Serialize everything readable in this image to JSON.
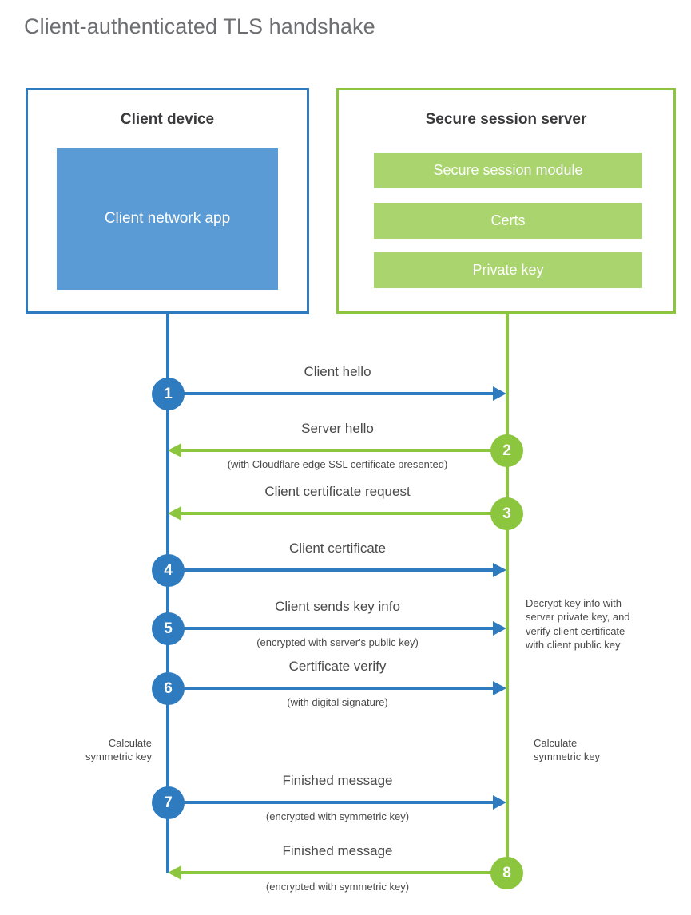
{
  "title": "Client-authenticated TLS handshake",
  "colors": {
    "client_blue": "#2e7cbf",
    "client_app_fill": "#5b9bd5",
    "server_green": "#8cc63e",
    "server_bar_fill": "#a9d46e",
    "text_gray": "#4a4a4a",
    "title_gray": "#6d6e71"
  },
  "client": {
    "title": "Client device",
    "app_label": "Client network app"
  },
  "server": {
    "title": "Secure session server",
    "bars": [
      "Secure session module",
      "Certs",
      "Private key"
    ]
  },
  "messages": [
    {
      "number": "1",
      "label": "Client hello",
      "sub": "",
      "direction": "to-server",
      "color": "blue"
    },
    {
      "number": "2",
      "label": "Server hello",
      "sub": "(with Cloudflare edge SSL certificate presented)",
      "direction": "to-client",
      "color": "green"
    },
    {
      "number": "3",
      "label": "Client certificate request",
      "sub": "",
      "direction": "to-client",
      "color": "green"
    },
    {
      "number": "4",
      "label": "Client certificate",
      "sub": "",
      "direction": "to-server",
      "color": "blue"
    },
    {
      "number": "5",
      "label": "Client sends key info",
      "sub": "(encrypted with server's public key)",
      "direction": "to-server",
      "color": "blue"
    },
    {
      "number": "6",
      "label": "Certificate verify",
      "sub": "(with digital signature)",
      "direction": "to-server",
      "color": "blue"
    },
    {
      "number": "7",
      "label": "Finished message",
      "sub": "(encrypted with symmetric key)",
      "direction": "to-server",
      "color": "blue"
    },
    {
      "number": "8",
      "label": "Finished message",
      "sub": "(encrypted with symmetric key)",
      "direction": "to-client",
      "color": "green"
    }
  ],
  "notes": {
    "decrypt": {
      "lines": [
        "Decrypt key info with",
        "server private key, and",
        "verify client certificate",
        "with client public key"
      ]
    },
    "calculate_left": {
      "lines": [
        "Calculate",
        "symmetric key"
      ]
    },
    "calculate_right": {
      "lines": [
        "Calculate",
        "symmetric key"
      ]
    }
  }
}
